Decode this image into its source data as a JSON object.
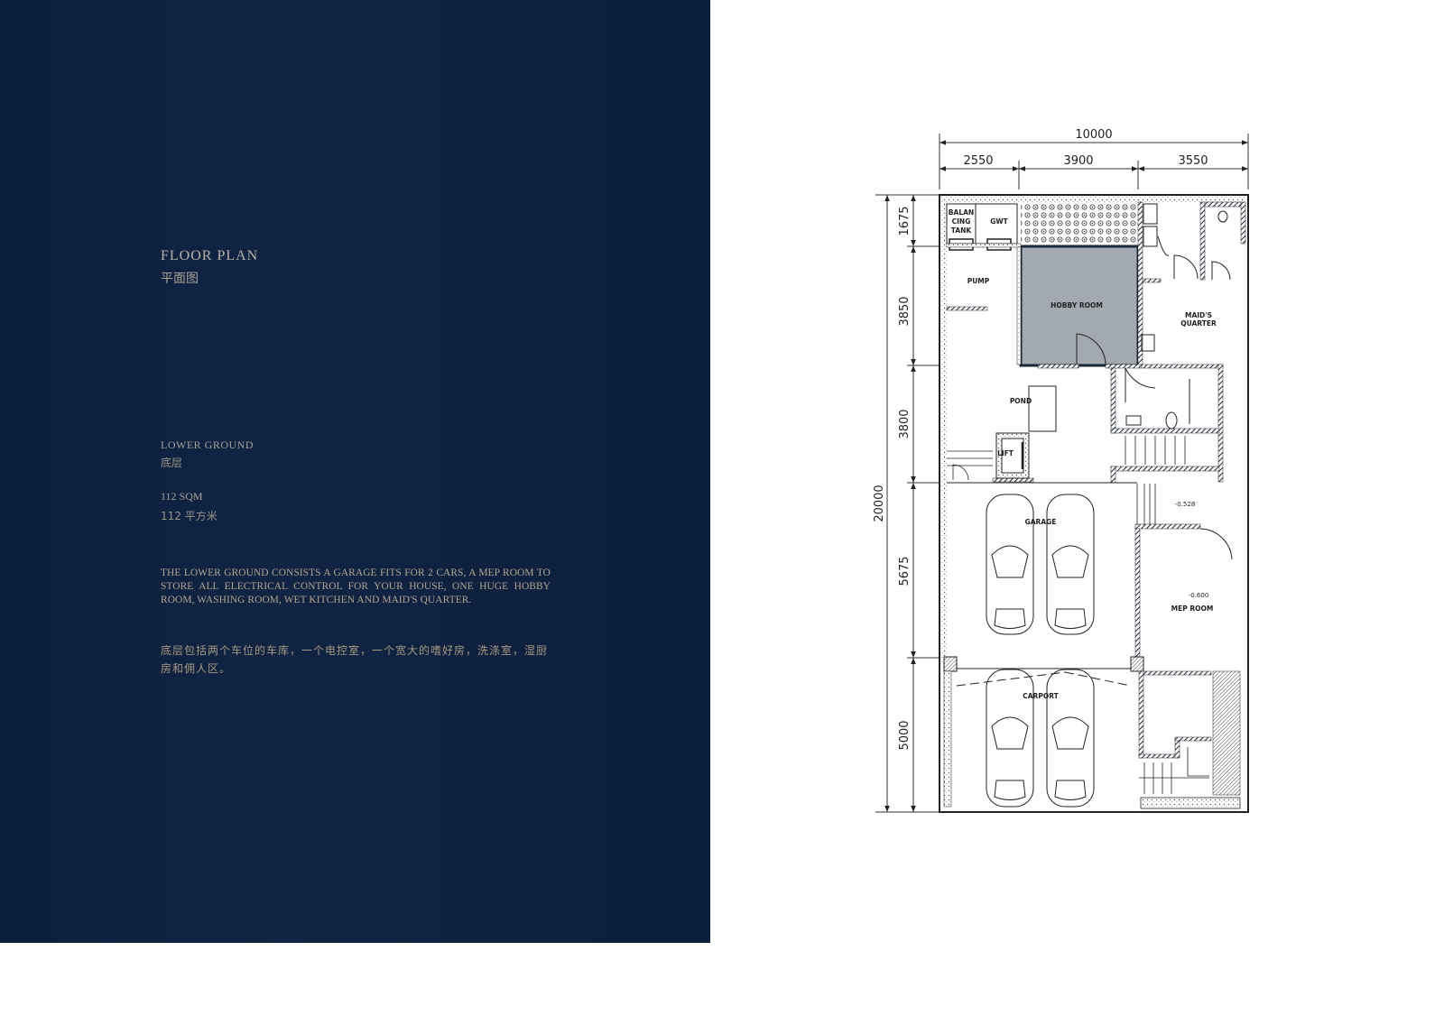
{
  "left_panel": {
    "section_title": "FLOOR PLAN",
    "section_title_cn": "平面图",
    "level": "LOWER GROUND",
    "level_cn": "底层",
    "area": "112 SQM",
    "area_cn": "112 平方米",
    "description": "THE LOWER GROUND CONSISTS A GARAGE FITS FOR 2 CARS, A MEP ROOM TO STORE ALL ELECTRICAL CONTROL FOR YOUR HOUSE, ONE HUGE HOBBY ROOM, WASHING ROOM, WET KITCHEN AND MAID'S QUARTER.",
    "description_cn": "底层包括两个车位的车库，一个电控室，一个宽大的嗜好房，洗涤室，湿厨房和佣人区。",
    "panel_color": "#0c2140",
    "text_color": "#b6a58e"
  },
  "floor_plan": {
    "dimensions": {
      "overall_width": "10000",
      "width_segments": [
        "2550",
        "3900",
        "3550"
      ],
      "overall_depth": "20000",
      "depth_segments": [
        "1675",
        "3850",
        "3800",
        "5675",
        "5000"
      ]
    },
    "rooms": {
      "balancing_tank": [
        "BALAN",
        "CING",
        "TANK"
      ],
      "gwt": "GWT",
      "pump": "PUMP",
      "hobby_room": "HOBBY ROOM",
      "maids_quarter": [
        "MAID'S",
        "QUARTER"
      ],
      "pond": "POND",
      "lift": "LIFT",
      "garage": "GARAGE",
      "mep_room": "MEP ROOM",
      "carport": "CARPORT"
    },
    "levels": {
      "stair_landing": "-0.528",
      "mep_room": "-0.600"
    },
    "highlight_color": "#a3a9b0"
  }
}
